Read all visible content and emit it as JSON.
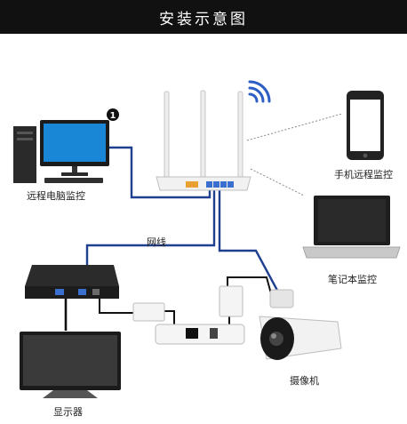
{
  "title": "安装示意图",
  "labels": {
    "remote_pc": "远程电脑监控",
    "phone": "手机远程监控",
    "laptop": "笔记本监控",
    "cable": "网线",
    "camera": "摄像机",
    "monitor": "显示器"
  },
  "badge": "1",
  "colors": {
    "cable_blue": "#1f3f8f",
    "cable_black": "#111111",
    "header_bg": "#111111"
  }
}
